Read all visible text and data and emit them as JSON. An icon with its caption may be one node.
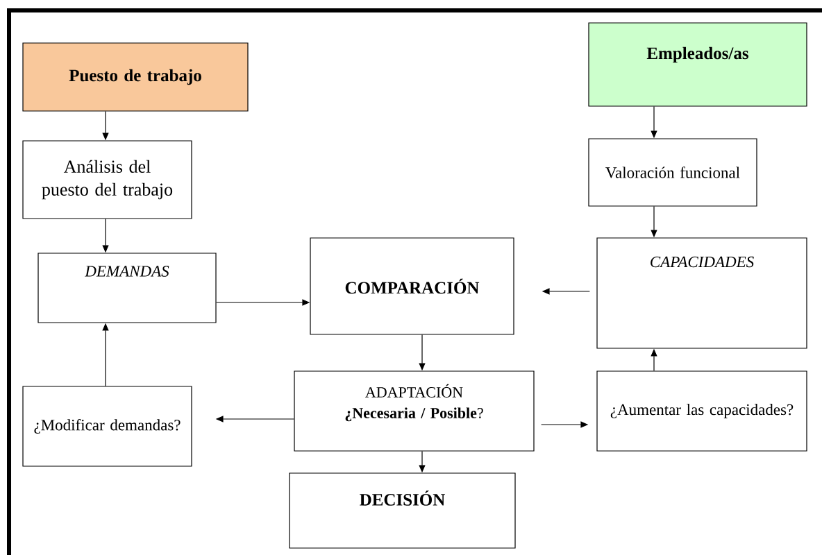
{
  "diagram": {
    "nodes": [
      {
        "text": [
          "Puesto de trabajo"
        ]
      },
      {
        "text": [
          "Empleados/as"
        ]
      },
      {
        "text": [
          "Análisis del puesto del trabajo"
        ]
      },
      {
        "text": [
          "Valoración funcional"
        ]
      },
      {
        "text": [
          "DEMANDAS"
        ]
      },
      {
        "text": [
          "COMPARACIÓN"
        ]
      },
      {
        "text": [
          "CAPACIDADES"
        ]
      },
      {
        "text": [
          "¿Modificar demandas?"
        ]
      },
      {
        "text": [
          "ADAPTACIÓN",
          "**¿Necesaria / Posible**?"
        ]
      },
      {
        "text": [
          "¿Aumentar las capacidades?"
        ]
      },
      {
        "text": [
          "DECISIÓN"
        ]
      }
    ],
    "edges": [
      {
        "from": 0,
        "to": 2,
        "arrow": "to"
      },
      {
        "from": 2,
        "to": 4,
        "arrow": "to"
      },
      {
        "from": 1,
        "to": 3,
        "arrow": "to"
      },
      {
        "from": 3,
        "to": 6,
        "arrow": "to"
      },
      {
        "from": 4,
        "to": 5,
        "arrow": "to"
      },
      {
        "from": 6,
        "to": 5,
        "arrow": "to"
      },
      {
        "from": 5,
        "to": 8,
        "arrow": "to"
      },
      {
        "from": 7,
        "to": 4,
        "arrow": "to"
      },
      {
        "from": 8,
        "to": 7,
        "arrow": "to"
      },
      {
        "from": 8,
        "to": 9,
        "arrow": "to"
      },
      {
        "from": 9,
        "to": 6,
        "arrow": "to"
      },
      {
        "from": 8,
        "to": 10,
        "arrow": "to"
      }
    ]
  }
}
